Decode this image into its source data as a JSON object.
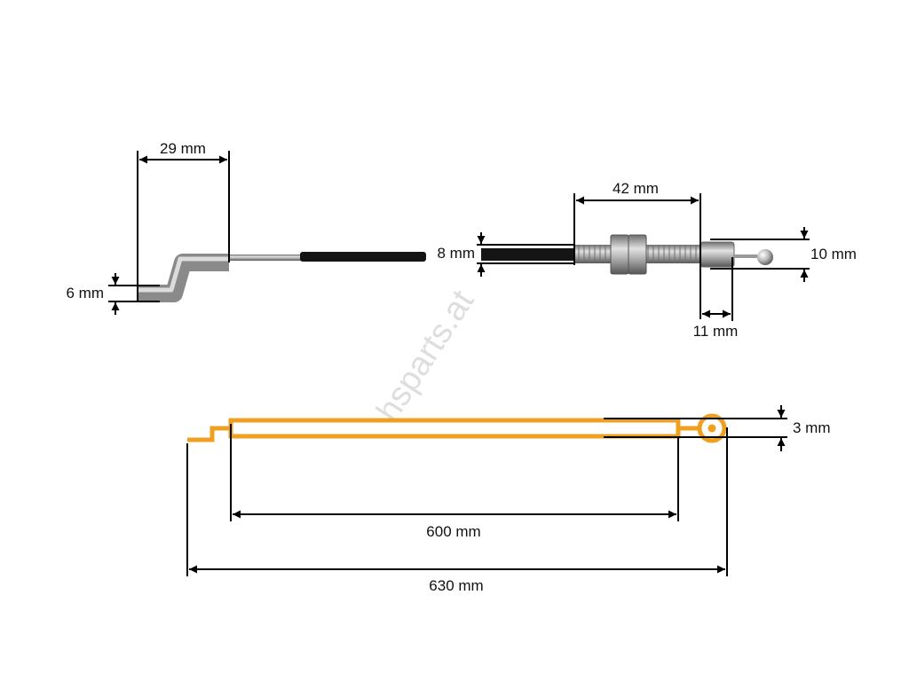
{
  "watermark": "hsparts.at",
  "dimensions": {
    "hook_width": "29 mm",
    "hook_offset": "6 mm",
    "sleeve_diameter": "8 mm",
    "thread_length": "42 mm",
    "end_diameter": "10 mm",
    "end_length": "11 mm",
    "eye_diameter": "3 mm",
    "sleeve_length": "600 mm",
    "total_length": "630 mm"
  },
  "colors": {
    "drawing_orange": "#f0a020",
    "cable_black": "#111111",
    "metal": "#a8a8a8",
    "dimension_line": "#000000",
    "watermark": "#dedede"
  }
}
